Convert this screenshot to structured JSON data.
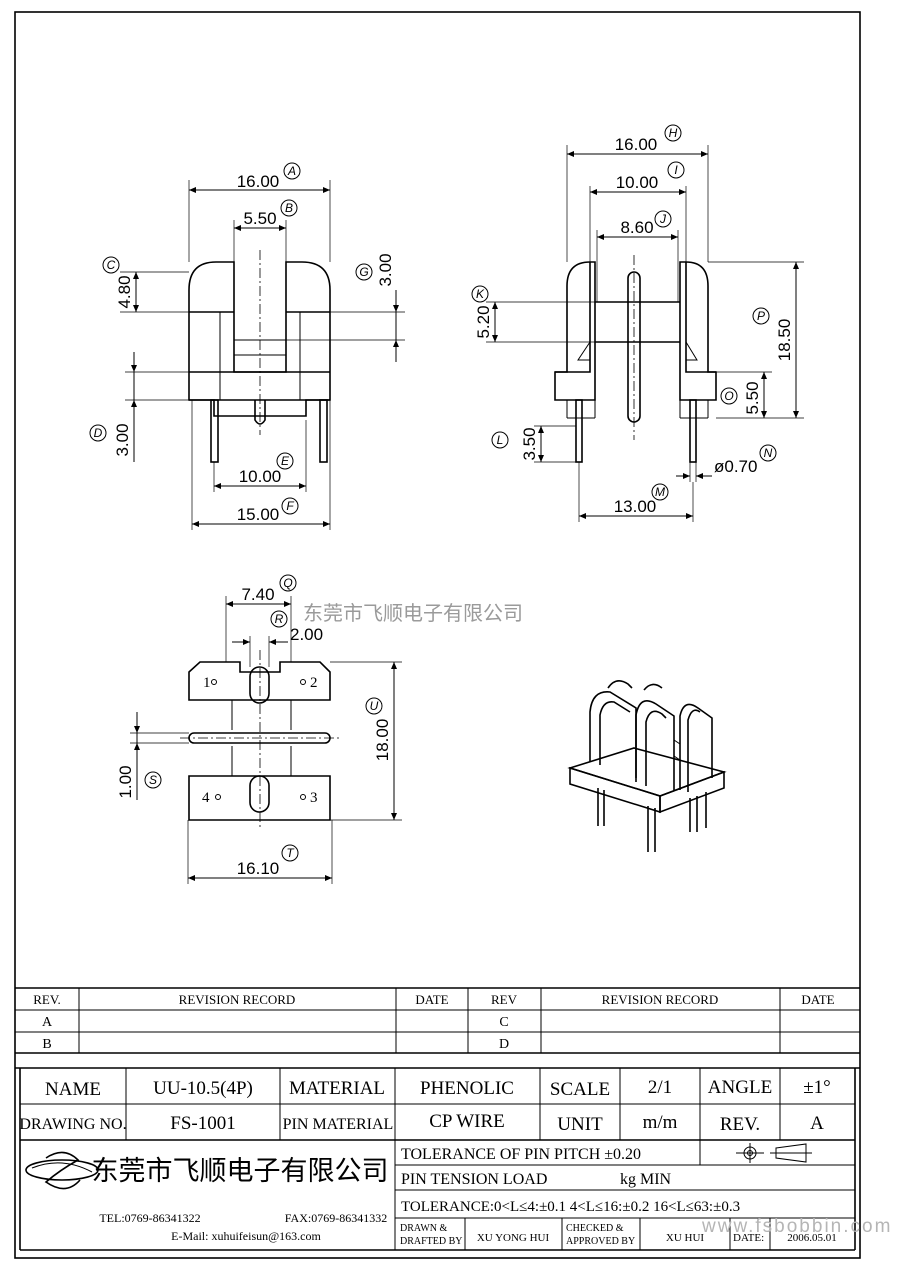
{
  "company": {
    "name": "东莞市飞顺电子有限公司",
    "tel": "TEL:0769-86341322",
    "fax": "FAX:0769-86341332",
    "email": "E-Mail: xuhuifeisun@163.com"
  },
  "watermark": {
    "company": "东莞市飞顺电子有限公司",
    "site": "www.fsbobbin.com"
  },
  "front_view": {
    "dims": [
      {
        "id": "A",
        "value": "16.00"
      },
      {
        "id": "B",
        "value": "5.50"
      },
      {
        "id": "C",
        "value": "4.80"
      },
      {
        "id": "G",
        "value": "3.00"
      },
      {
        "id": "D",
        "value": "3.00"
      },
      {
        "id": "E",
        "value": "10.00"
      },
      {
        "id": "F",
        "value": "15.00"
      }
    ]
  },
  "side_view": {
    "dims": [
      {
        "id": "H",
        "value": "16.00"
      },
      {
        "id": "I",
        "value": "10.00"
      },
      {
        "id": "J",
        "value": "8.60"
      },
      {
        "id": "K",
        "value": "5.20"
      },
      {
        "id": "P",
        "value": "18.50"
      },
      {
        "id": "O",
        "value": "5.50"
      },
      {
        "id": "L",
        "value": "3.50"
      },
      {
        "id": "N",
        "value": "ø0.70"
      },
      {
        "id": "M",
        "value": "13.00"
      }
    ]
  },
  "bottom_view": {
    "dims": [
      {
        "id": "Q",
        "value": "7.40"
      },
      {
        "id": "R",
        "value": "2.00"
      },
      {
        "id": "U",
        "value": "18.00"
      },
      {
        "id": "S",
        "value": "1.00"
      },
      {
        "id": "T",
        "value": "16.10"
      }
    ],
    "pins": [
      "1",
      "2",
      "3",
      "4"
    ]
  },
  "revision": {
    "header": {
      "rev": "REV.",
      "record": "REVISION RECORD",
      "date": "DATE",
      "rev2": "REV",
      "record2": "REVISION RECORD",
      "date2": "DATE"
    },
    "rows_left": [
      "A",
      "B"
    ],
    "rows_right": [
      "C",
      "D"
    ]
  },
  "title_block": {
    "name_label": "NAME",
    "name_value": "UU-10.5(4P)",
    "material_label": "MATERIAL",
    "material_value": "PHENOLIC",
    "scale_label": "SCALE",
    "scale_value": "2/1",
    "angle_label": "ANGLE",
    "angle_value": "±1°",
    "drawing_no_label": "DRAWING NO.",
    "drawing_no_value": "FS-1001",
    "pin_material_label": "PIN MATERIAL",
    "pin_material_value": "CP WIRE",
    "unit_label": "UNIT",
    "unit_value": "m/m",
    "rev_label": "REV.",
    "rev_value": "A",
    "tol_pitch": "TOLERANCE OF PIN PITCH  ±0.20",
    "pin_tension": "PIN TENSION   LOAD",
    "pin_tension_unit": "kg MIN",
    "tolerance": "TOLERANCE:0<L≤4:±0.1   4<L≤16:±0.2   16<L≤63:±0.3",
    "drawn_label_1": "DRAWN &",
    "drawn_label_2": "DRAFTED BY",
    "drawn_value": "XU YONG HUI",
    "checked_label_1": "CHECKED &",
    "checked_label_2": "APPROVED BY",
    "checked_value": "XU    HUI",
    "date_label": "DATE:",
    "date_value": "2006.05.01"
  }
}
